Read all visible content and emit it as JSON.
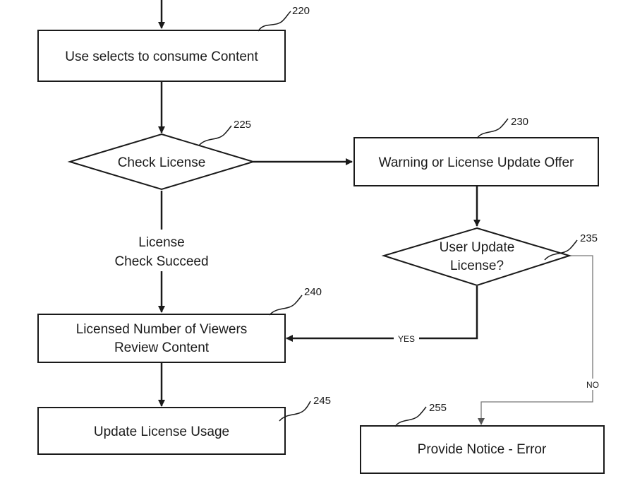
{
  "nodes": {
    "n220": {
      "ref": "220",
      "lines": [
        "Use selects to consume Content"
      ]
    },
    "n225": {
      "ref": "225",
      "lines": [
        "Check License"
      ]
    },
    "n230": {
      "ref": "230",
      "lines": [
        "Warning or License Update Offer"
      ]
    },
    "n235": {
      "ref": "235",
      "lines": [
        "User Update",
        "License?"
      ]
    },
    "n240": {
      "ref": "240",
      "lines": [
        "Licensed Number of Viewers",
        "Review Content"
      ]
    },
    "n245": {
      "ref": "245",
      "lines": [
        "Update License Usage"
      ]
    },
    "n255": {
      "ref": "255",
      "lines": [
        "Provide Notice - Error"
      ]
    }
  },
  "edges": {
    "license_check_label": [
      "License",
      "Check Succeed"
    ],
    "yes_label": "YES",
    "no_label": "NO"
  }
}
